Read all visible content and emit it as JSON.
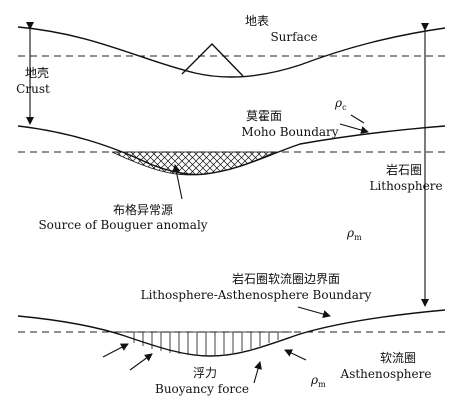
{
  "labels": {
    "surface_cn": "地表",
    "surface_en": "Surface",
    "crust_cn": "地壳",
    "crust_en": "Crust",
    "moho_cn": "莫霍面",
    "moho_en": "Moho Boundary",
    "rho_c_sym": "ρ",
    "rho_c_sub": "c",
    "lith_cn": "岩石圈",
    "lith_en": "Lithosphere",
    "bouguer_cn": "布格异常源",
    "bouguer_en": "Source of Bouguer anomaly",
    "rho_m_sym": "ρ",
    "rho_m_sub": "m",
    "lab_cn": "岩石圈软流圈边界面",
    "lab_en": "Lithosphere-Asthenosphere Boundary",
    "buoy_cn": "浮力",
    "buoy_en": "Buoyancy force",
    "rho_m2_sym": "ρ",
    "rho_m2_sub": "m",
    "asth_cn": "软流圈",
    "asth_en": "Asthenosphere"
  }
}
